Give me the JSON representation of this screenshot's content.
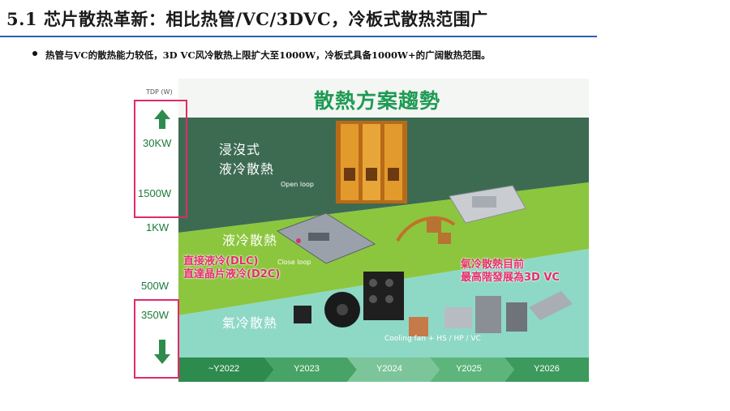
{
  "title": "5.1 芯片散热革新：相比热管/VC/3DVC，冷板式散热范围广",
  "bullet": "热管与VC的散热能力较低，3D VC风冷散热上限扩大至1000W，冷板式具备1000W+的广阔散热范围。",
  "figure": {
    "title": "散熱方案趨勢",
    "axis_label": "TDP (W)",
    "tdp_values": [
      "30KW",
      "1500W",
      "1KW",
      "500W",
      "350W"
    ],
    "zones": {
      "immersion": {
        "cn_line1": "浸沒式",
        "cn_line2": "液冷散熱",
        "en": "Open loop"
      },
      "liquid": {
        "cn": "液冷散熱",
        "en": "Close loop"
      },
      "air": {
        "cn": "氣冷散熱",
        "en": "Cooling fan + HS / HP / VC"
      }
    },
    "notes": {
      "dlc_line1": "直接液冷(DLC)",
      "dlc_line2": "直達晶片液冷(D2C)",
      "air_line1": "氣冷散熱目前",
      "air_line2": "最高階發展為3D VC"
    },
    "timeline": [
      "~Y2022",
      "Y2023",
      "Y2024",
      "Y2025",
      "Y2026"
    ],
    "colors": {
      "immersion": "#3d6b52",
      "liquid": "#8cc63e",
      "air": "#8ed8c6",
      "timeline_dark": "#2e8b4e",
      "timeline_light": "#7cc59a",
      "accent_red": "#e0306a",
      "title_green": "#1f9a55"
    }
  }
}
